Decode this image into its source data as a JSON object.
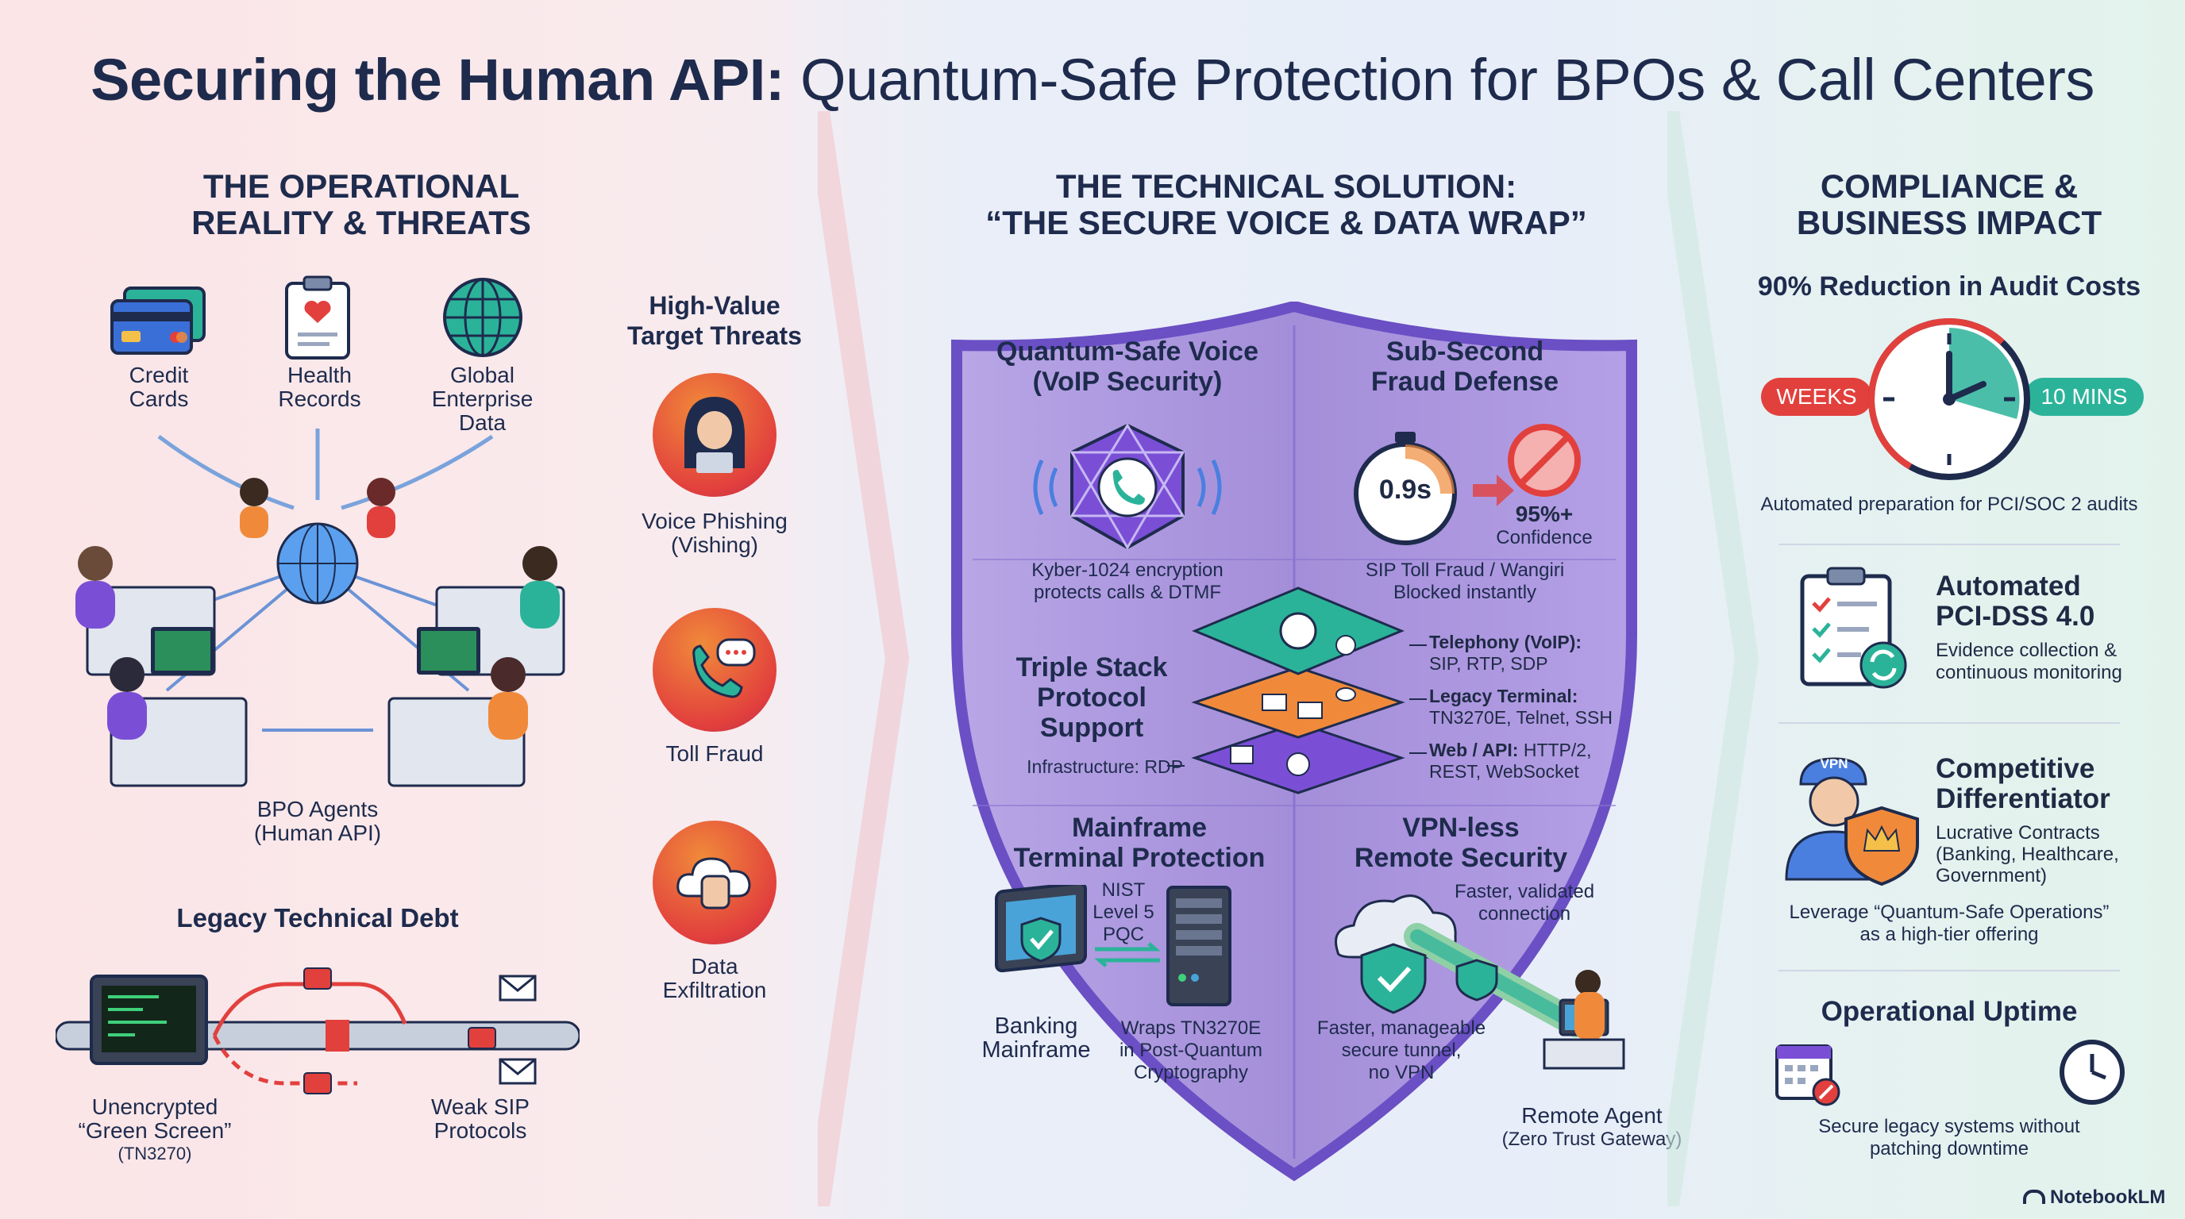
{
  "title_bold": "Securing the Human API:",
  "title_light": "Quantum-Safe Protection for BPOs & Call Centers",
  "left": {
    "heading": [
      "THE OPERATIONAL",
      "REALITY & THREATS"
    ],
    "assets": [
      {
        "icon": "credit-cards-icon",
        "label": [
          "Credit",
          "Cards"
        ]
      },
      {
        "icon": "health-records-icon",
        "label": [
          "Health",
          "Records"
        ]
      },
      {
        "icon": "globe-icon",
        "label": [
          "Global",
          "Enterprise",
          "Data"
        ]
      }
    ],
    "agents_label": [
      "BPO Agents",
      "(Human API)"
    ],
    "legacy_heading": "Legacy Technical Debt",
    "green_screen_label": [
      "Unencrypted",
      "“Green Screen”"
    ],
    "green_screen_sub": "(TN3270)",
    "sip_label": [
      "Weak SIP",
      "Protocols"
    ],
    "threats_heading": [
      "High-Value",
      "Target Threats"
    ],
    "threats": [
      {
        "icon": "hacker-icon",
        "label": [
          "Voice Phishing",
          "(Vishing)"
        ]
      },
      {
        "icon": "phone-chat-icon",
        "label": [
          "Toll Fraud"
        ]
      },
      {
        "icon": "cloud-hand-icon",
        "label": [
          "Data",
          "Exfiltration"
        ]
      }
    ]
  },
  "middle": {
    "heading": [
      "THE TECHNICAL SOLUTION:",
      "“THE SECURE VOICE & DATA WRAP”"
    ],
    "voice": {
      "title": [
        "Quantum-Safe Voice",
        "(VoIP Security)"
      ],
      "desc": [
        "Kyber-1024 encryption",
        "protects calls & DTMF"
      ]
    },
    "fraud": {
      "title": [
        "Sub-Second",
        "Fraud Defense"
      ],
      "timer": "0.9s",
      "confidence_value": "95%+",
      "confidence_label": "Confidence",
      "desc": [
        "SIP Toll Fraud / Wangiri",
        "Blocked instantly"
      ]
    },
    "stack": {
      "title": [
        "Triple Stack",
        "Protocol",
        "Support"
      ],
      "infra": "Infrastructure: RDP",
      "layers": [
        {
          "name": "Telephony (VoIP):",
          "detail": "SIP, RTP, SDP",
          "color": "#2bb39a"
        },
        {
          "name": "Legacy Terminal:",
          "detail": "TN3270E, Telnet, SSH",
          "color": "#f08a3a"
        },
        {
          "name": "Web / API:",
          "detail_inline": "HTTP/2,",
          "detail": "REST, WebSocket",
          "color": "#7a4fd6"
        }
      ]
    },
    "mainframe": {
      "title": [
        "Mainframe",
        "Terminal Protection"
      ],
      "nist": [
        "NIST",
        "Level 5",
        "PQC"
      ],
      "banking": [
        "Banking",
        "Mainframe"
      ],
      "wrap": [
        "Wraps TN3270E",
        "in Post-Quantum",
        "Cryptography"
      ]
    },
    "vpn": {
      "title": [
        "VPN-less",
        "Remote Security"
      ],
      "faster": [
        "Faster, validated",
        "connection"
      ],
      "tunnel": [
        "Faster, manageable",
        "secure tunnel,",
        "no VPN"
      ],
      "agent": "Remote Agent",
      "agent_sub": "(Zero Trust Gateway)"
    }
  },
  "right": {
    "heading": [
      "COMPLIANCE &",
      "BUSINESS IMPACT"
    ],
    "audit": {
      "title": "90% Reduction in Audit Costs",
      "from": "WEEKS",
      "to": "10 MINS",
      "desc": "Automated preparation for PCI/SOC 2 audits"
    },
    "pci": {
      "title": [
        "Automated",
        "PCI-DSS 4.0"
      ],
      "desc": [
        "Evidence collection &",
        "continuous monitoring"
      ]
    },
    "diff": {
      "title": [
        "Competitive",
        "Differentiator"
      ],
      "vpn_badge": "VPN",
      "desc": [
        "Lucrative Contracts",
        "(Banking, Healthcare,",
        "Government)"
      ],
      "leverage": [
        "Leverage “Quantum-Safe Operations”",
        "as a high-tier offering"
      ]
    },
    "uptime": {
      "title": "Operational Uptime",
      "desc": [
        "Secure legacy systems without",
        "patching downtime"
      ]
    }
  },
  "footer": {
    "brand": "NotebookLM"
  },
  "colors": {
    "shield_fill": "#a58fdc",
    "shield_border": "#6b4fc4",
    "teal": "#2bb39a",
    "red": "#e2403d",
    "navy": "#1e2b4d"
  }
}
